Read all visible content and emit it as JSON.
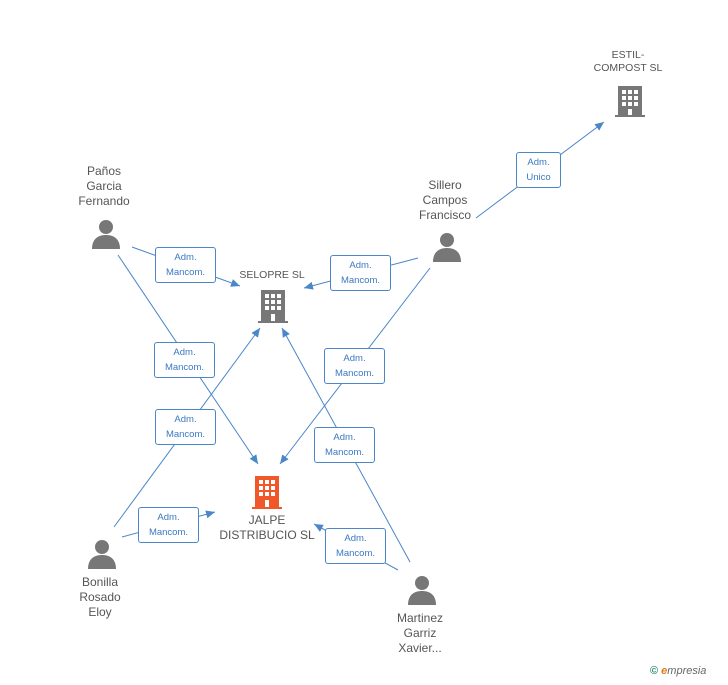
{
  "colors": {
    "edge": "#4a86c8",
    "person": "#777777",
    "company": "#777777",
    "focus_company": "#f0582a"
  },
  "companies": {
    "estil": {
      "label": "ESTIL-\nCOMPOST SL"
    },
    "selopre": {
      "label": "SELOPRE SL"
    },
    "jalpe": {
      "label": "JALPE\nDISTRIBUCIO SL"
    }
  },
  "people": {
    "panos": {
      "label": "Paños\nGarcia\nFernando"
    },
    "sillero": {
      "label": "Sillero\nCampos\nFrancisco"
    },
    "bonilla": {
      "label": "Bonilla\nRosado\nEloy"
    },
    "martinez": {
      "label": "Martinez\nGarriz\nXavier..."
    }
  },
  "edge_labels": {
    "sillero_estil": [
      "Adm.",
      "Unico"
    ],
    "panos_selopre": [
      "Adm.",
      "Mancom."
    ],
    "sillero_selopre": [
      "Adm.",
      "Mancom."
    ],
    "panos_jalpe": [
      "Adm.",
      "Mancom."
    ],
    "sillero_jalpe": [
      "Adm.",
      "Mancom."
    ],
    "bonilla_selopre": [
      "Adm.",
      "Mancom."
    ],
    "martinez_selopre": [
      "Adm.",
      "Mancom."
    ],
    "bonilla_jalpe": [
      "Adm.",
      "Mancom."
    ],
    "martinez_jalpe": [
      "Adm.",
      "Mancom."
    ]
  },
  "footer": {
    "copyright_symbol": "©",
    "brand_e": "e",
    "brand_rest": "mpresia"
  }
}
